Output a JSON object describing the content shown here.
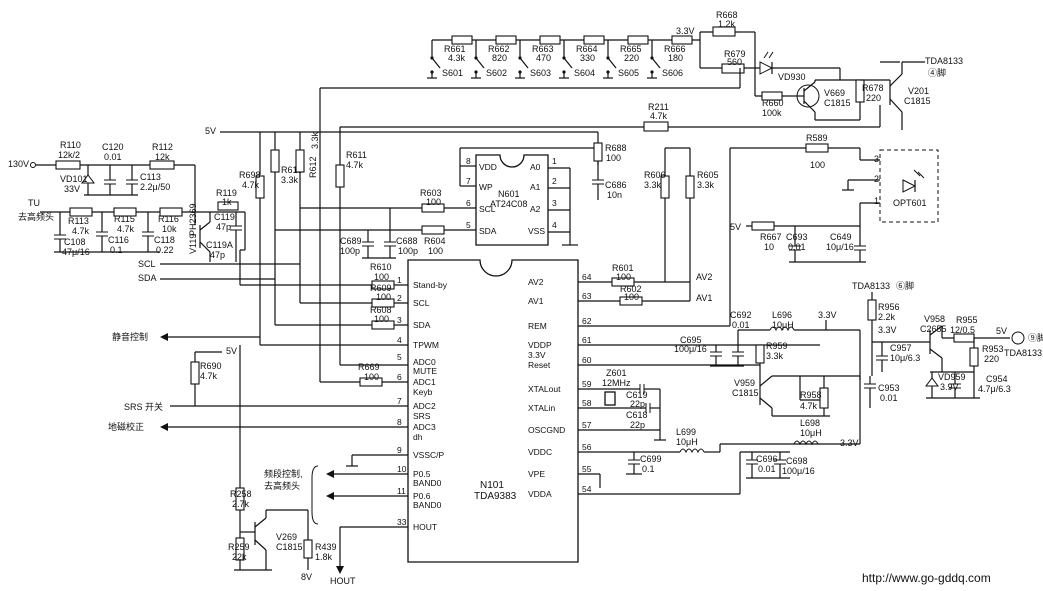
{
  "ic_main": {
    "name": "N101",
    "part": "TDA9383",
    "left_pins": [
      {
        "num": "1",
        "label": "Stand-by"
      },
      {
        "num": "2",
        "label": "SCL"
      },
      {
        "num": "3",
        "label": "SDA"
      },
      {
        "num": "4",
        "label": "TPWM"
      },
      {
        "num": "5",
        "label": "ADC0"
      },
      {
        "num": "",
        "label": "MUTE"
      },
      {
        "num": "6",
        "label": "ADC1"
      },
      {
        "num": "",
        "label": "Keyb"
      },
      {
        "num": "7",
        "label": "ADC2"
      },
      {
        "num": "",
        "label": "SRS"
      },
      {
        "num": "8",
        "label": "ADC3"
      },
      {
        "num": "",
        "label": "dh"
      },
      {
        "num": "9",
        "label": "VSSC/P"
      },
      {
        "num": "10",
        "label": "P0.5"
      },
      {
        "num": "",
        "label": "BAND0"
      },
      {
        "num": "11",
        "label": "P0.6"
      },
      {
        "num": "",
        "label": "BAND0"
      },
      {
        "num": "33",
        "label": "HOUT"
      }
    ],
    "right_pins": [
      {
        "num": "64",
        "label": "AV2"
      },
      {
        "num": "63",
        "label": "AV1"
      },
      {
        "num": "62",
        "label": "REM"
      },
      {
        "num": "61",
        "label": "VDDP"
      },
      {
        "num": "",
        "label": "3.3V"
      },
      {
        "num": "60",
        "label": "Reset"
      },
      {
        "num": "59",
        "label": "XTALout"
      },
      {
        "num": "58",
        "label": "XTALin"
      },
      {
        "num": "57",
        "label": "OSCGND"
      },
      {
        "num": "56",
        "label": "VDDC"
      },
      {
        "num": "55",
        "label": "VPE"
      },
      {
        "num": "54",
        "label": "VDDA"
      }
    ]
  },
  "eeprom": {
    "name": "N601",
    "part": "AT24C08",
    "pins": [
      {
        "num": "8",
        "label": "VDD"
      },
      {
        "num": "7",
        "label": "WP"
      },
      {
        "num": "6",
        "label": "SCL"
      },
      {
        "num": "5",
        "label": "SDA"
      },
      {
        "num": "1",
        "label": "A0"
      },
      {
        "num": "2",
        "label": "A1"
      },
      {
        "num": "3",
        "label": "A2"
      },
      {
        "num": "4",
        "label": "VSS"
      }
    ]
  },
  "keys": [
    {
      "res": "R661",
      "val": "4.3k",
      "sw": "S601"
    },
    {
      "res": "R662",
      "val": "820",
      "sw": "S602"
    },
    {
      "res": "R663",
      "val": "470",
      "sw": "S603"
    },
    {
      "res": "R664",
      "val": "330",
      "sw": "S604"
    },
    {
      "res": "R665",
      "val": "220",
      "sw": "S605"
    },
    {
      "res": "R666",
      "val": "180",
      "sw": "S606"
    }
  ],
  "parts": {
    "r668": [
      "R668",
      "1.2k"
    ],
    "r679": [
      "R679",
      "560"
    ],
    "vd930": "VD930",
    "r660": [
      "R660",
      "100k"
    ],
    "v669": [
      "V669",
      "C1815"
    ],
    "r678": [
      "R678",
      "220"
    ],
    "v201": [
      "V201",
      "C1815"
    ],
    "r211": [
      "R211",
      "4.7k"
    ],
    "r110": [
      "R110",
      "12k/2"
    ],
    "c120": [
      "C120",
      "0.01"
    ],
    "r112": [
      "R112",
      "12k"
    ],
    "vd101": [
      "VD101",
      "33V"
    ],
    "c113": [
      "C113",
      "2.2μ/50"
    ],
    "r113": [
      "R113",
      "4.7k"
    ],
    "r115": [
      "R115",
      "4.7k"
    ],
    "r116": [
      "R116",
      "10k"
    ],
    "c108": [
      "C108",
      "47μ/16"
    ],
    "c116": [
      "C116",
      "0.1"
    ],
    "c118": [
      "C118",
      "0.22"
    ],
    "r119": [
      "R119",
      "1k"
    ],
    "c119": [
      "C119",
      "47p"
    ],
    "c119a": [
      "C119A",
      "47p"
    ],
    "v119": [
      "V119",
      "PH2369"
    ],
    "r698": [
      "R698",
      "4.7k"
    ],
    "r613": [
      "R613",
      "3.3k"
    ],
    "r612": [
      "R612",
      "3.3k"
    ],
    "r611": [
      "R611",
      "4.7k"
    ],
    "r688": [
      "R688",
      "100"
    ],
    "c686": [
      "C686",
      "10n"
    ],
    "r603": [
      "R603",
      "100"
    ],
    "r604": [
      "R604",
      "100"
    ],
    "c689": [
      "C689",
      "100p"
    ],
    "c688": [
      "C688",
      "100p"
    ],
    "r606": [
      "R606",
      "3.3k"
    ],
    "r605": [
      "R605",
      "3.3k"
    ],
    "r589": [
      "R589",
      "100"
    ],
    "opt601": "OPT601",
    "r667": [
      "R667",
      "10"
    ],
    "c693": [
      "C693",
      "0.01"
    ],
    "c649": [
      "C649",
      "10μ/16"
    ],
    "r610": [
      "R610",
      "100"
    ],
    "r609": [
      "R609",
      "100"
    ],
    "r608": [
      "R608",
      "100"
    ],
    "r601": [
      "R601",
      "100"
    ],
    "r602": [
      "R602",
      "100"
    ],
    "r690": [
      "R690",
      "4.7k"
    ],
    "r669": [
      "R669",
      "100"
    ],
    "c692": [
      "C692",
      "0.01"
    ],
    "l696": [
      "L696",
      "10μH"
    ],
    "c695": [
      "C695",
      "100μ/16"
    ],
    "r959": [
      "R959",
      "3.3k"
    ],
    "v959": [
      "V959",
      "C1815"
    ],
    "r958": [
      "R958",
      "4.7k"
    ],
    "c953": [
      "C953",
      "0.01"
    ],
    "r956": [
      "R956",
      "2.2k"
    ],
    "c957": [
      "C957",
      "10μ/6.3"
    ],
    "v958": [
      "V958",
      "C2655"
    ],
    "r955": [
      "R955",
      "12/0.5"
    ],
    "r953": [
      "R953",
      "220"
    ],
    "vd959": [
      "VD959",
      "3.9V"
    ],
    "c954": [
      "C954",
      "4.7μ/6.3"
    ],
    "z601": [
      "Z601",
      "12MHz"
    ],
    "c619": [
      "C619",
      "22p"
    ],
    "c618": [
      "C618",
      "22p"
    ],
    "l699": [
      "L699",
      "10μH"
    ],
    "l698": [
      "L698",
      "10μH"
    ],
    "c699": [
      "C699",
      "0.1"
    ],
    "c696": [
      "C696",
      "0.01"
    ],
    "c698": [
      "C698",
      "100μ/16"
    ],
    "r258": [
      "R258",
      "2.7k"
    ],
    "r259": [
      "R259",
      "22k"
    ],
    "v269": [
      "V269",
      "C1815"
    ],
    "r439": [
      "R439",
      "1.8k"
    ]
  },
  "nets": {
    "v33_top": "3.3V",
    "v33_a": "3.3V",
    "v33_b": "3.3V",
    "v33_c": "3.3V",
    "v5_top": "5V",
    "v5_opt": "5V",
    "v5_r690": "5V",
    "v5_out": "5V",
    "v130": "130V",
    "tu": "TU",
    "tu_sub": "去高频头",
    "scl": "SCL",
    "sda": "SDA",
    "mute_ctl": "静音控制",
    "srs_sw": "SRS 开关",
    "geo_corr": "地磁校正",
    "band_ctl": "频段控制,",
    "band_sub": "去高频头",
    "v8": "8V",
    "hout": "HOUT",
    "av2": "AV2",
    "av1": "AV1",
    "tda_4": "TDA8133",
    "tda_4_pin": "④脚",
    "tda_6": "TDA8133",
    "tda_6_pin": "⑥脚",
    "tda_9_pin": "⑨脚",
    "tda_9": "TDA8133"
  },
  "footer": {
    "url": "http://www.go-gddq.com"
  }
}
